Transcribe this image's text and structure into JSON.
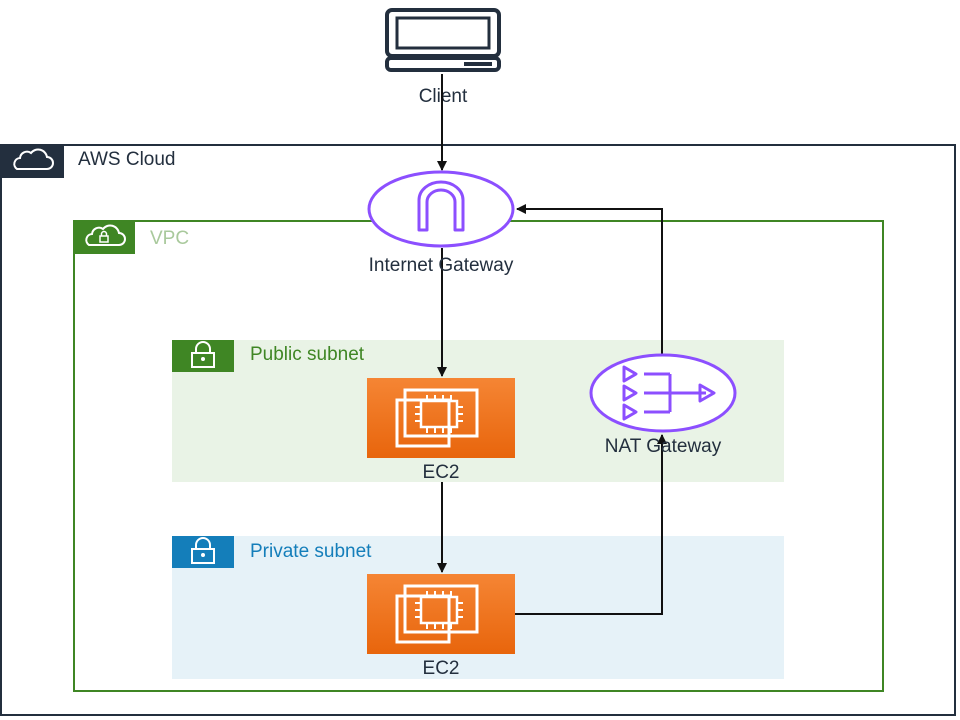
{
  "client": {
    "label": "Client"
  },
  "aws_cloud": {
    "label": "AWS Cloud"
  },
  "vpc": {
    "label": "VPC"
  },
  "internet_gateway": {
    "label": "Internet Gateway"
  },
  "public_subnet": {
    "label": "Public subnet"
  },
  "private_subnet": {
    "label": "Private subnet"
  },
  "ec2_public": {
    "label": "EC2"
  },
  "ec2_private": {
    "label": "EC2"
  },
  "nat_gateway": {
    "label": "NAT Gateway"
  },
  "colors": {
    "aws_cloud": "#232f3e",
    "vpc": "#3f8624",
    "public_subnet": "#3f8624",
    "private_subnet": "#147eba",
    "gateway": "#8c4fff",
    "ec2": "#ed7100"
  }
}
